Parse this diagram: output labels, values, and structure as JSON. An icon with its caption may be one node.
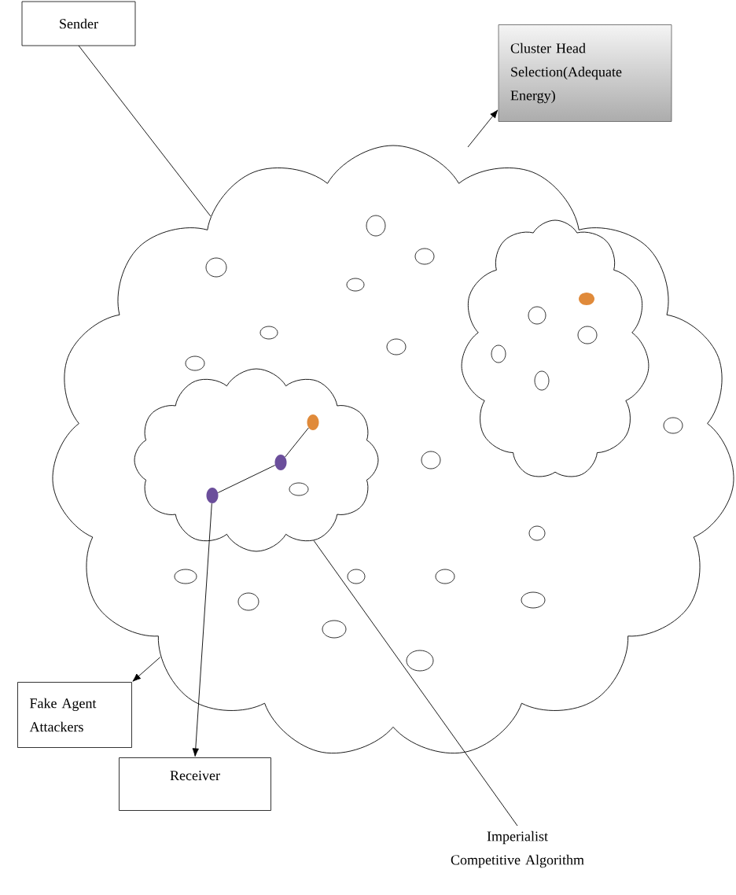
{
  "diagram": {
    "nodes": [
      {
        "text": [
          "Sender"
        ]
      },
      {
        "text": [
          "Cluster Head Selection(Adequate Energy)"
        ]
      },
      {
        "text": [],
        "shape": "cloud"
      },
      {
        "text": [],
        "shape": "cloud",
        "in": 2
      },
      {
        "text": [],
        "shape": "cloud",
        "in": 2
      },
      {
        "text": [
          "Fake Agent Attackers"
        ]
      },
      {
        "text": [
          "Receiver"
        ]
      },
      {
        "text": [
          "Imperialist Competitive Algorithm"
        ]
      },
      {
        "text": [],
        "shape": "circle",
        "in": 4
      },
      {
        "text": [],
        "shape": "circle",
        "in": 4
      },
      {
        "text": [],
        "shape": "circle",
        "in": 4
      }
    ],
    "edges": [
      {
        "from": 0,
        "to": 2,
        "arrow": "none"
      },
      {
        "from": 2,
        "to": 1,
        "arrow": "to"
      },
      {
        "from": 2,
        "to": 5,
        "arrow": "to"
      },
      {
        "from": 8,
        "to": 6,
        "arrow": "to"
      },
      {
        "from": 4,
        "to": 7,
        "arrow": "none"
      },
      {
        "from": 8,
        "to": 9,
        "arrow": "none"
      },
      {
        "from": 9,
        "to": 10,
        "arrow": "none"
      }
    ]
  }
}
